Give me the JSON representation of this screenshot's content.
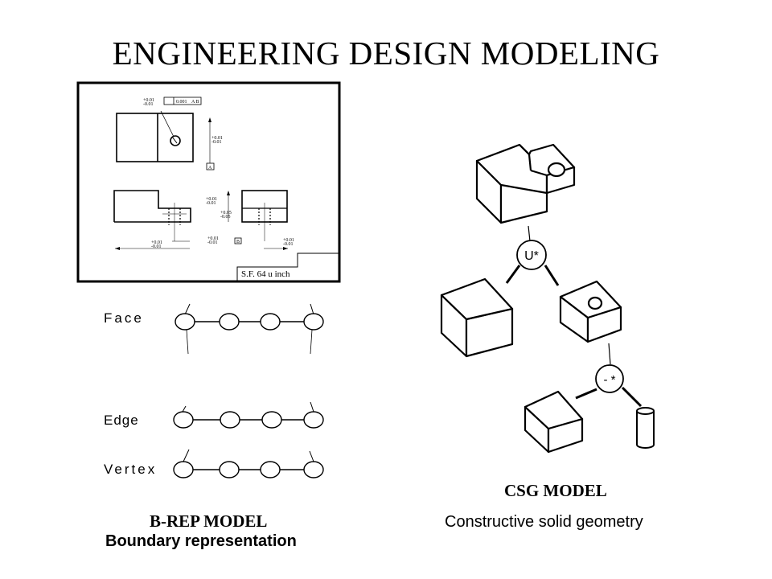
{
  "title": "ENGINEERING DESIGN MODELING",
  "drawing": {
    "scale_note": "S.F. 64 u inch",
    "callouts": {
      "top_tol_a": "+0.01",
      "top_tol_b": "-0.01",
      "fcf_value": "0.001",
      "fcf_datum": "A B",
      "side_tol_a": "+0.01",
      "side_tol_b": "-0.01",
      "datum_a": "A",
      "mid_tol_a": "+0.01",
      "mid_tol_b": "-0.01",
      "mid_tol_c": "+0.05",
      "mid_tol_d": "-0.05",
      "bottom_tol_a": "+0.01",
      "bottom_tol_b": "-0.01",
      "bottom_tol_c": "+0.01",
      "bottom_tol_d": "-0.01",
      "bottom_tol_e": "+0.01",
      "bottom_tol_f": "-0.01",
      "datum_b": "B"
    }
  },
  "brep": {
    "rows": [
      {
        "label": "Face"
      },
      {
        "label": "Edge"
      },
      {
        "label": "Vertex"
      }
    ],
    "model_label": "B-REP MODEL",
    "description": "Boundary representation"
  },
  "csg": {
    "union_op": "U*",
    "difference_op": "- *",
    "model_label": "CSG MODEL",
    "description": "Constructive solid geometry"
  }
}
